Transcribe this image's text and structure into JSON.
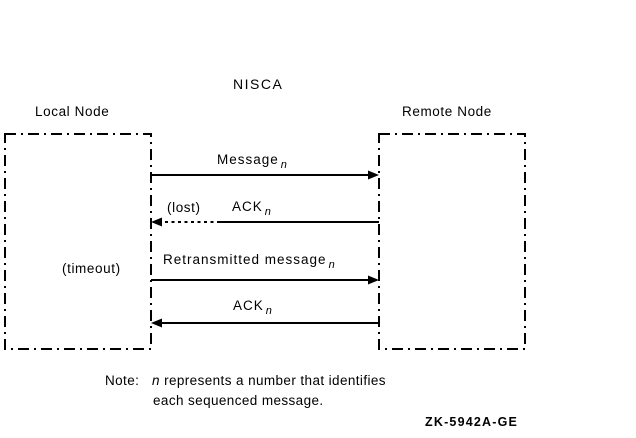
{
  "title": "NISCA",
  "figure_id": "ZK-5942A-GE",
  "colors": {
    "foreground": "#000000",
    "background": "#ffffff"
  },
  "nodes": {
    "local": {
      "label": "Local Node"
    },
    "remote": {
      "label": "Remote Node"
    }
  },
  "messages": [
    {
      "label": "Message",
      "sub": "n",
      "direction": "left-to-right",
      "style": "solid",
      "annotation": ""
    },
    {
      "label": "ACK",
      "sub": "n",
      "direction": "right-to-left",
      "style": "dotted-then-solid",
      "annotation": "(lost)"
    },
    {
      "label": "Retransmitted message",
      "sub": "n",
      "direction": "left-to-right",
      "style": "solid",
      "annotation": "(timeout)"
    },
    {
      "label": "ACK",
      "sub": "n",
      "direction": "right-to-left",
      "style": "solid",
      "annotation": ""
    }
  ],
  "note": {
    "prefix": "Note:",
    "var": "n",
    "line1_rest": " represents a number that identifies",
    "line2": "each sequenced message."
  }
}
